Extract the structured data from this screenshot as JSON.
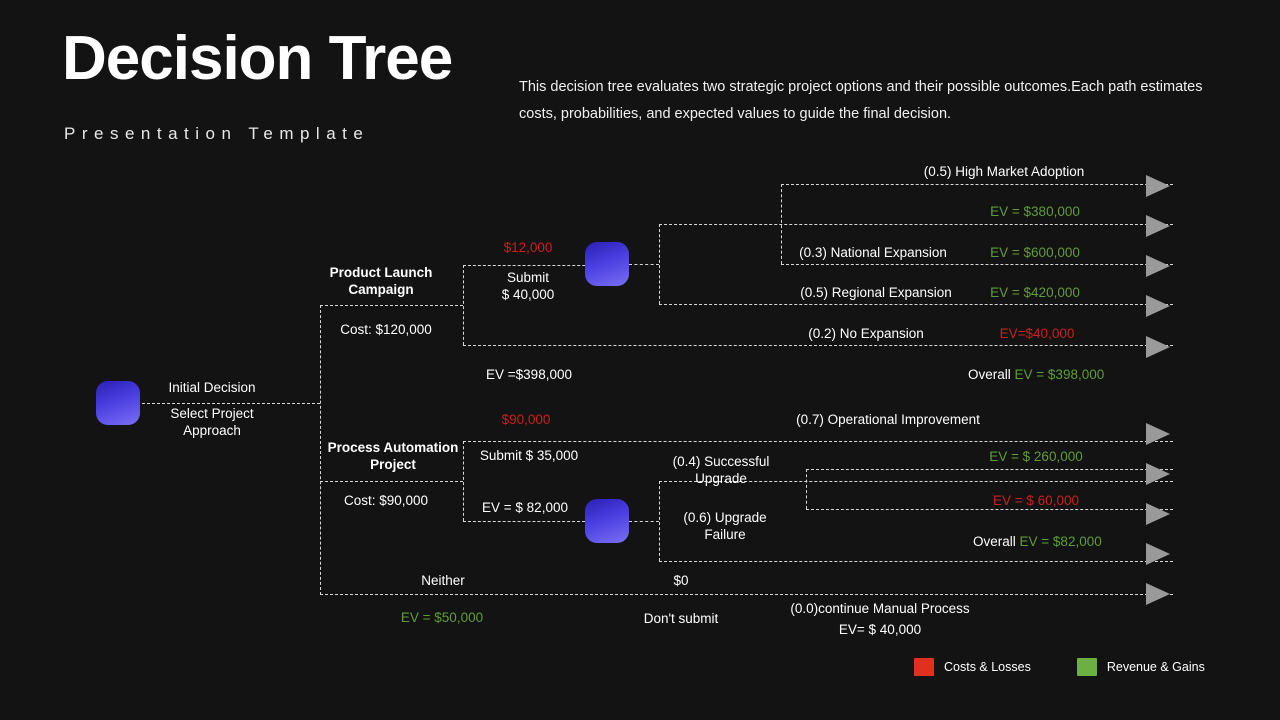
{
  "header": {
    "title": "Decision Tree",
    "subtitle": "Presentation Template",
    "description": "This decision tree evaluates two strategic project options and their possible outcomes.Each path estimates costs, probabilities, and expected values to guide the final decision."
  },
  "colors": {
    "background": "#131313",
    "gain": "#5e9e36",
    "loss": "#cc1f1f",
    "line": "#d8d8d8",
    "arrow": "#9a9a9a",
    "node_gradient_start": "#2b1fb4",
    "node_gradient_end": "#7a6ff5"
  },
  "root": {
    "label_top": "Initial Decision",
    "label_bottom": "Select Project\nApproach",
    "label_bottom_line1": "Select Project",
    "label_bottom_line2": "Approach"
  },
  "branches": [
    {
      "name": "Product Launch Campaign",
      "name_line1": "Product Launch",
      "name_line2": "Campaign",
      "cost": "Cost: $120,000",
      "fee": "$12,000",
      "action_line1": "Submit",
      "action_line2": "$ 40,000",
      "ev": "EV =$398,000",
      "overall_prefix": "Overall",
      "overall_ev": "EV = $398,000",
      "outcomes": [
        {
          "label": "(0.5) High Market Adoption",
          "ev": "",
          "ev_kind": "none"
        },
        {
          "label": "",
          "ev": "EV = $380,000",
          "ev_kind": "gain"
        },
        {
          "label": "(0.3) National Expansion",
          "ev": "EV = $600,000",
          "ev_kind": "gain"
        },
        {
          "label": "(0.5) Regional Expansion",
          "ev": "EV = $420,000",
          "ev_kind": "gain"
        },
        {
          "label": "(0.2) No Expansion",
          "ev": "EV=$40,000",
          "ev_kind": "loss"
        }
      ]
    },
    {
      "name": "Process Automation Project",
      "name_line1": "Process Automation",
      "name_line2": "Project",
      "cost": "Cost: $90,000",
      "fee": "$90,000",
      "action": "Submit $ 35,000",
      "ev": "EV = $ 82,000",
      "overall_prefix": "Overall",
      "overall_ev": "EV = $82,000",
      "outcomes": [
        {
          "label": "(0.7) Operational Improvement",
          "ev": "",
          "ev_kind": "none"
        },
        {
          "label": "(0.4) Successful Upgrade",
          "label_line1": "(0.4) Successful",
          "label_line2": "Upgrade",
          "ev": "EV = $ 260,000",
          "ev_kind": "gain"
        },
        {
          "label": "(0.6) Upgrade Failure",
          "label_line1": "(0.6) Upgrade",
          "label_line2": "Failure",
          "ev": "EV = $ 60,000",
          "ev_kind": "loss"
        }
      ]
    }
  ],
  "neither": {
    "label": "Neither",
    "amount": "$0",
    "ev": "EV = $50,000",
    "dont_submit": "Don't submit",
    "manual_label": "(0.0)continue Manual Process",
    "manual_ev": "EV= $ 40,000"
  },
  "legend": {
    "items": [
      {
        "label": "Costs & Losses",
        "color": "#e0301e"
      },
      {
        "label": "Revenue & Gains",
        "color": "#6cb043"
      }
    ]
  }
}
